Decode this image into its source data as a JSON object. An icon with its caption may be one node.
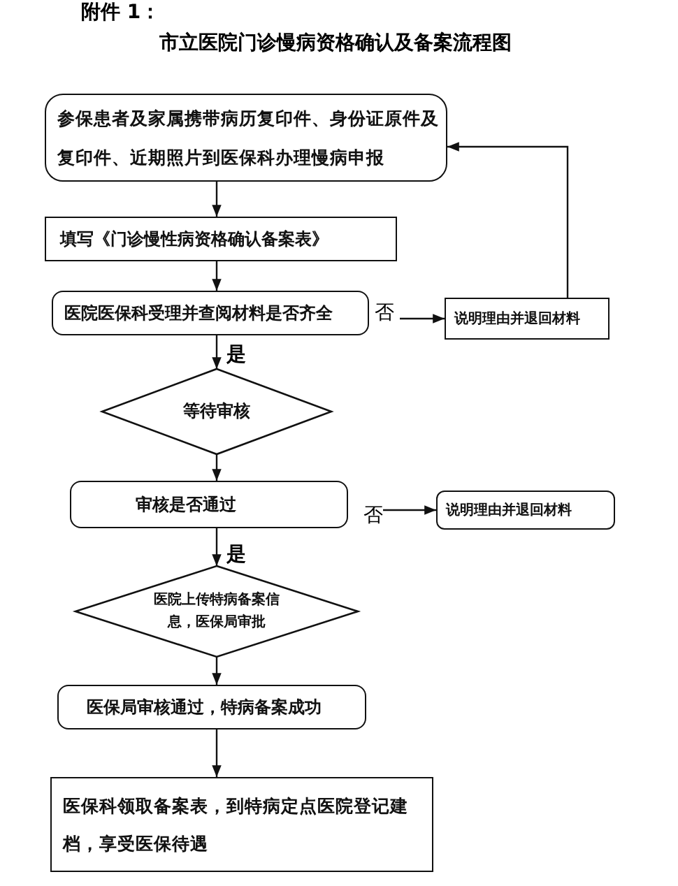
{
  "diagram": {
    "title": "市立医院门诊慢病资格确认及备案流程图",
    "nodes": [
      {
        "text": [
          "参保患者及家属携带病历复印件、身份证原件及复印件、近期照片到医保科办理慢病申报"
        ]
      },
      {
        "text": [
          "填写《门诊慢性病资格确认备案表》"
        ]
      },
      {
        "text": [
          "医院医保科受理并查阅材料是否齐全"
        ]
      },
      {
        "text": [
          "说明理由并退回材料"
        ]
      },
      {
        "text": [
          "等待审核"
        ]
      },
      {
        "text": [
          "审核是否通过"
        ]
      },
      {
        "text": [
          "说明理由并退回材料"
        ]
      },
      {
        "text": [
          "医院上传特病备案信息，医保局审批"
        ]
      },
      {
        "text": [
          "医保局审核通过，特病备案成功"
        ]
      },
      {
        "text": [
          "医保科领取备案表，到特病定点医院登记建档，享受医保待遇"
        ]
      }
    ],
    "edges": [
      {
        "from": 0,
        "to": 1,
        "arrow": "to"
      },
      {
        "from": 1,
        "to": 2,
        "arrow": "to"
      },
      {
        "from": 2,
        "to": 3,
        "arrow": "to",
        "label": "否"
      },
      {
        "from": 3,
        "to": 0,
        "arrow": "to"
      },
      {
        "from": 2,
        "to": 4,
        "arrow": "to",
        "label": "是"
      },
      {
        "from": 4,
        "to": 5,
        "arrow": "to"
      },
      {
        "from": 5,
        "to": 6,
        "arrow": "to",
        "label": "否"
      },
      {
        "from": 5,
        "to": 7,
        "arrow": "to",
        "label": "是"
      },
      {
        "from": 7,
        "to": 8,
        "arrow": "to"
      },
      {
        "from": 8,
        "to": 9,
        "arrow": "to"
      }
    ],
    "labels": [
      "附件 1："
    ]
  }
}
